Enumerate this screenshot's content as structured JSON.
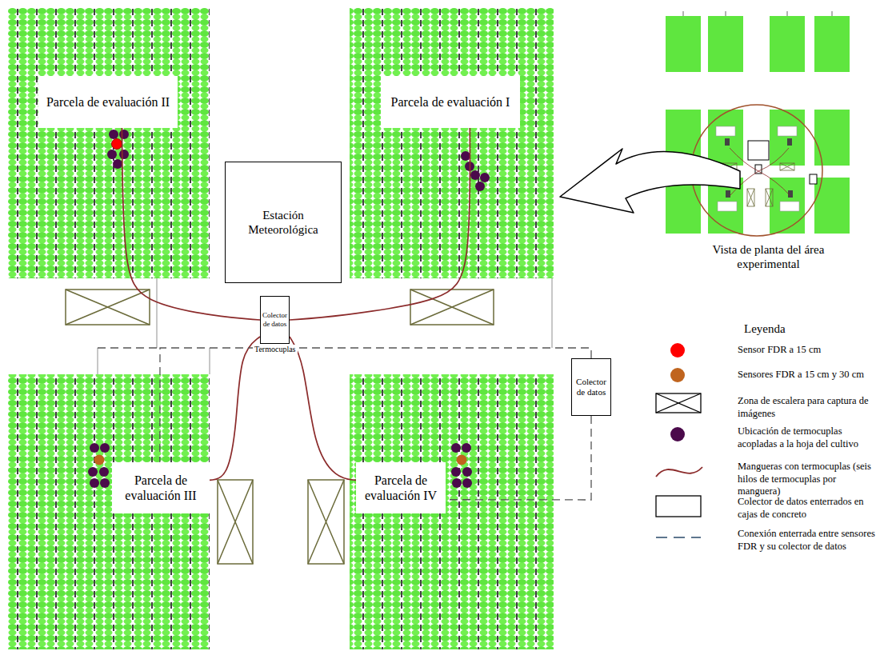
{
  "diagram": {
    "nodes": [
      {
        "text": [
          "Parcela de evaluación II"
        ]
      },
      {
        "text": [
          "Parcela de evaluación I"
        ]
      },
      {
        "text": [
          "Estación Meteorológica"
        ]
      },
      {
        "text": [
          "Colector de datos"
        ]
      },
      {
        "text": [
          "Parcela de evaluación III"
        ]
      },
      {
        "text": [
          "Parcela de evaluación IV"
        ]
      },
      {
        "text": [
          "Colector de datos"
        ]
      }
    ],
    "edges": [
      {
        "from": 3,
        "to": 0,
        "arrow": "none"
      },
      {
        "from": 3,
        "to": 1,
        "arrow": "none"
      },
      {
        "from": 3,
        "to": 4,
        "arrow": "none"
      },
      {
        "from": 3,
        "to": 5,
        "arrow": "none"
      },
      {
        "from": 6,
        "to": 4,
        "arrow": "none"
      },
      {
        "from": 6,
        "to": 5,
        "arrow": "none"
      }
    ],
    "labels": [
      "Termocuplas",
      "Vista de planta del área experimental",
      "Leyenda"
    ],
    "legend": [
      {
        "text": "Sensor FDR a 15 cm",
        "color": "#ff0000"
      },
      {
        "text": "Sensores FDR a 15 cm y 30 cm",
        "color": "#c0641e"
      },
      {
        "text": "Zona de escalera para captura de imágenes"
      },
      {
        "text": "Ubicación de termocuplas acopladas a la hoja del cultivo",
        "color": "#4b0a4b"
      },
      {
        "text": "Mangueras con termocuplas (seis hilos de termocuplas por manguera)"
      },
      {
        "text": "Colector de datos enterrados en cajas de concreto"
      },
      {
        "text": "Conexión enterrada entre sensores FDR y su colector de datos"
      }
    ]
  }
}
